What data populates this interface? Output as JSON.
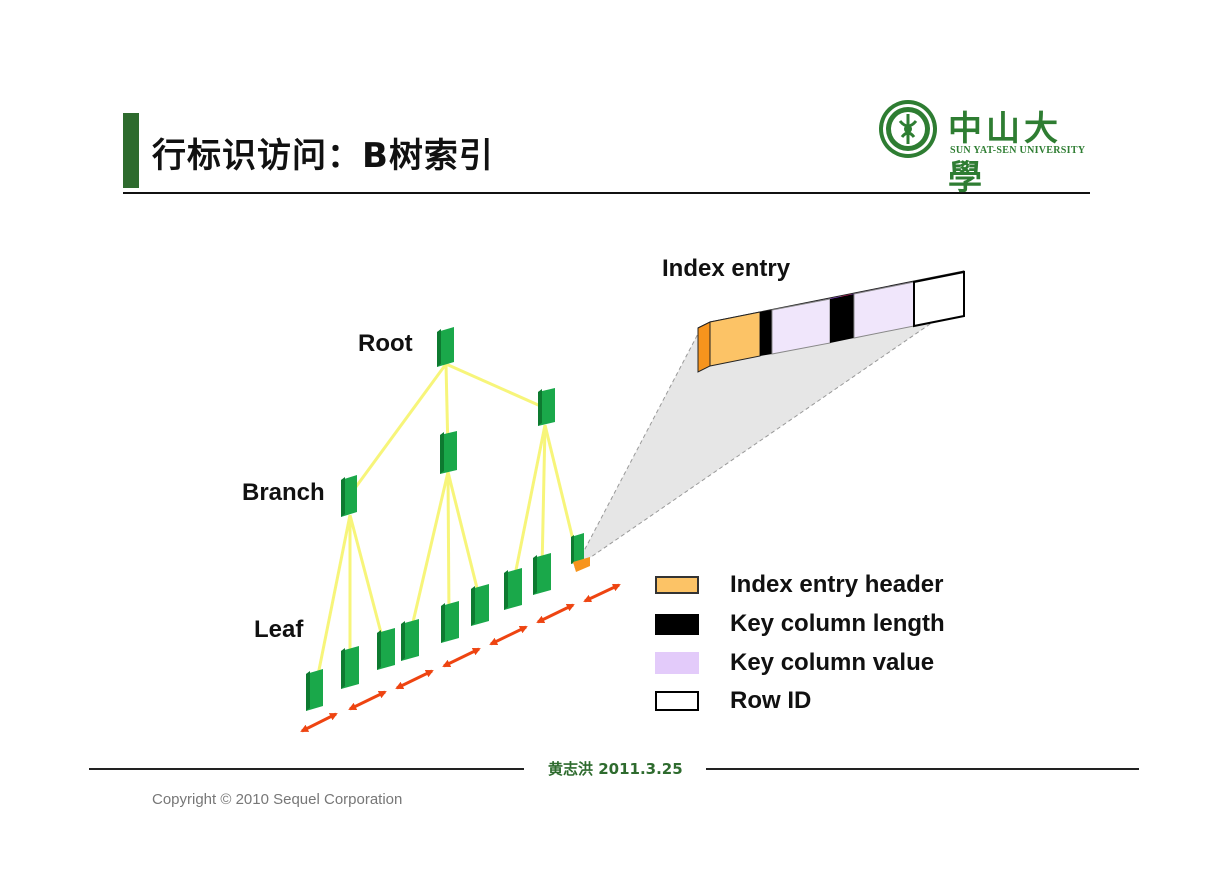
{
  "slide": {
    "title": "行标识访问：B树索引",
    "author_date": "黄志洪 2011.3.25"
  },
  "logo": {
    "chinese_name": "中山大學",
    "english_name": "SUN YAT-SEN UNIVERSITY"
  },
  "diagram": {
    "labels": {
      "root": "Root",
      "branch": "Branch",
      "leaf": "Leaf",
      "index_entry": "Index entry"
    },
    "legend": [
      {
        "label": "Index entry header",
        "color": "#fcc366",
        "border": "#333333"
      },
      {
        "label": "Key column length",
        "color": "#000000",
        "border": "#000000"
      },
      {
        "label": "Key column value",
        "color": "#e3cbfa",
        "border": "#e3cbfa"
      },
      {
        "label": "Row ID",
        "color": "#ffffff",
        "border": "#000000"
      }
    ],
    "colors": {
      "node": "#1aa84a",
      "node_dark": "#0d7a30",
      "tree_link": "#f7f57a",
      "leaf_arrow": "#ee4411",
      "entry_header": "#f7941d",
      "entry_purple": "#9b3dfc",
      "entry_pink": "#ff1a75",
      "entry_green": "#1aa84a"
    }
  },
  "footer": {
    "copyright": "Copyright © 2010  Sequel Corporation"
  }
}
